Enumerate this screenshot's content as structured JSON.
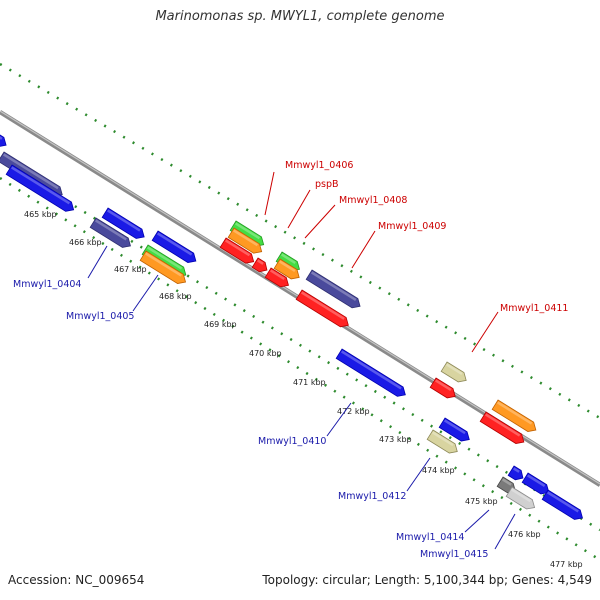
{
  "title": "Marinomonas sp. MWYL1, complete genome",
  "footer": {
    "accession": "Accession: NC_009654",
    "summary": "Topology: circular; Length: 5,100,344 bp; Genes: 4,549"
  },
  "colors": {
    "backbone": "#8a8a8a",
    "dots": "#2e8b2e",
    "label_red": "#cc0000",
    "label_blue": "#1a1aaa"
  },
  "ticks": [
    "465 kbp",
    "466 kbp",
    "467 kbp",
    "468 kbp",
    "469 kbp",
    "470 kbp",
    "471 kbp",
    "472 kbp",
    "473 kbp",
    "474 kbp",
    "475 kbp",
    "476 kbp",
    "477 kbp"
  ],
  "labels_top": [
    "Mmwyl1_0406",
    "pspB",
    "Mmwyl1_0408",
    "Mmwyl1_0409",
    "Mmwyl1_0411"
  ],
  "labels_bottom": [
    "Mmwyl1_0404",
    "Mmwyl1_0405",
    "Mmwyl1_0410",
    "Mmwyl1_0412",
    "Mmwyl1_0414",
    "Mmwyl1_0415"
  ]
}
